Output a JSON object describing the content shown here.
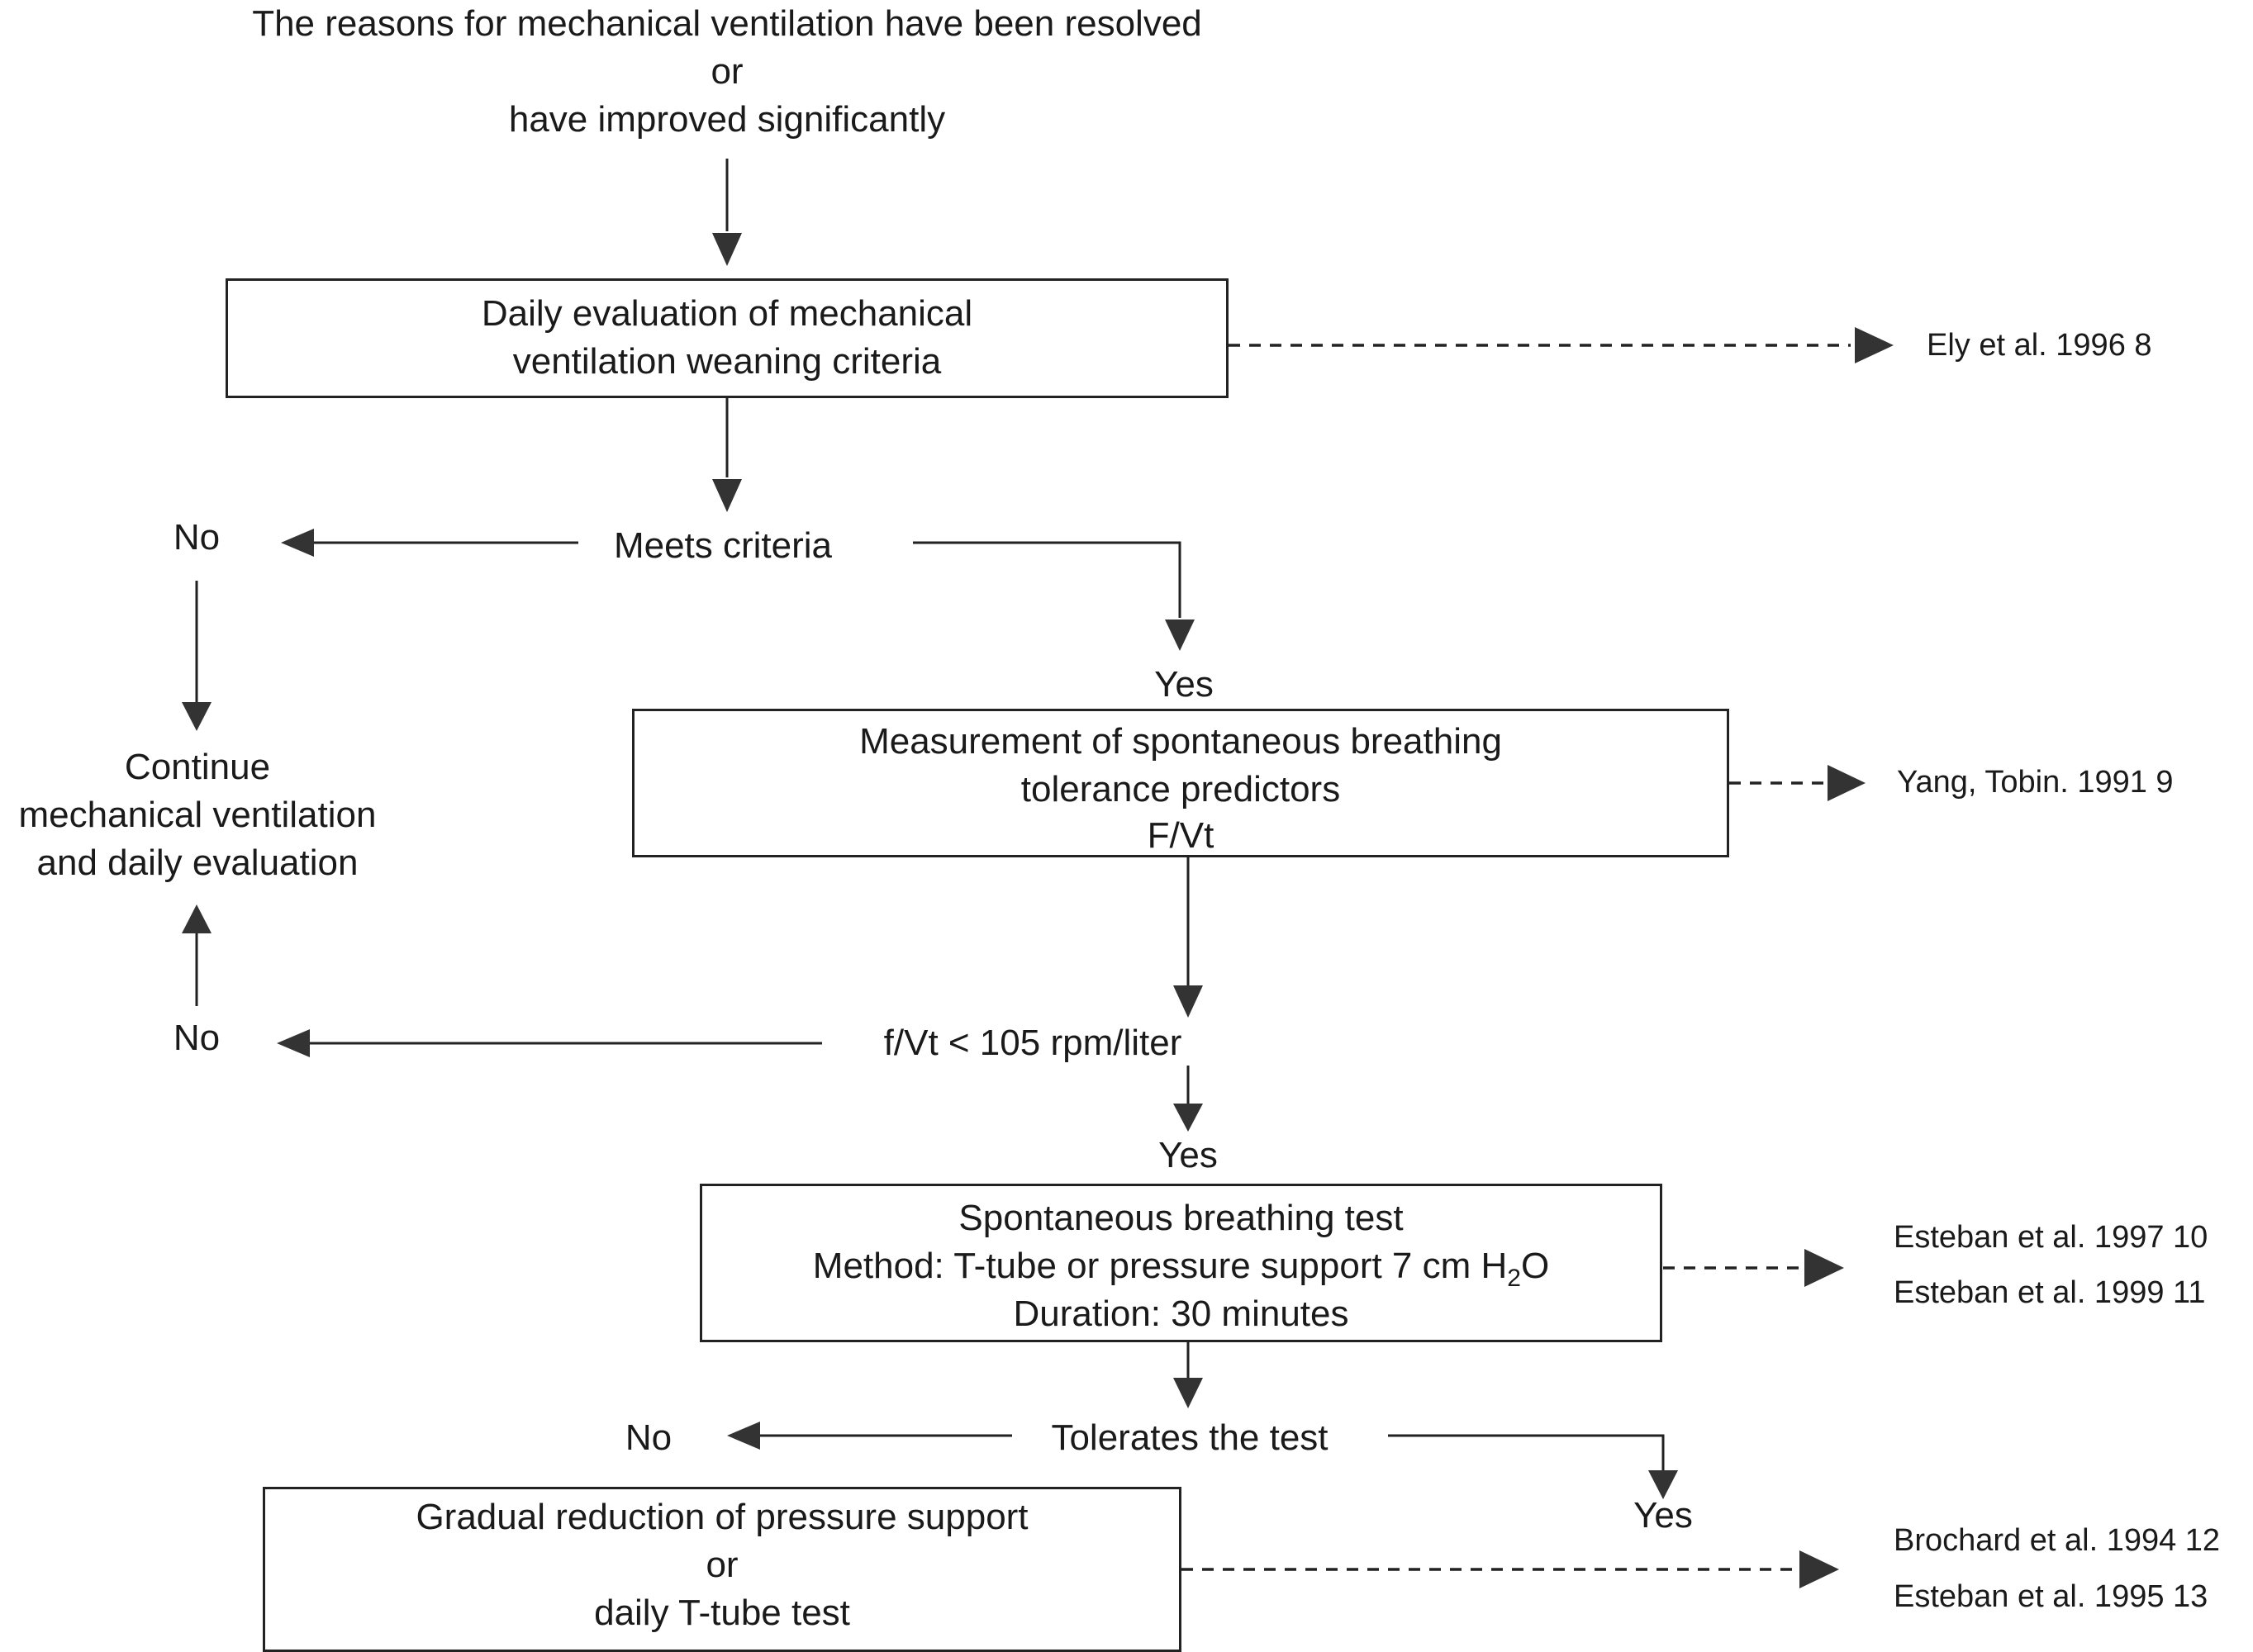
{
  "start": {
    "line1": "The reasons for mechanical ventilation have been resolved",
    "line2": "or",
    "line3": "have improved significantly"
  },
  "box_daily": {
    "line1": "Daily evaluation of mechanical",
    "line2": "ventilation weaning criteria"
  },
  "ref_ely": "Ely et al. 1996 8",
  "decision_criteria": "Meets criteria",
  "no_1": "No",
  "yes_1": "Yes",
  "continue": {
    "line1": "Continue",
    "line2": "mechanical ventilation",
    "line3": "and daily evaluation"
  },
  "box_measurement": {
    "line1": "Measurement of spontaneous breathing",
    "line2": "tolerance predictors",
    "line3": "F/Vt"
  },
  "ref_yang": "Yang, Tobin. 1991 9",
  "no_2": "No",
  "decision_fvt": "f/Vt < 105 rpm/liter",
  "yes_2": "Yes",
  "box_sbt": {
    "line1": "Spontaneous breathing test",
    "line2_pre": "Method: T-tube or pressure support 7 cm H",
    "line2_sub": "2",
    "line2_post": "O",
    "line3": "Duration: 30 minutes"
  },
  "ref_esteban_1997": "Esteban et al. 1997 10",
  "ref_esteban_1999": "Esteban et al. 1999 11",
  "no_3": "No",
  "decision_tolerates": "Tolerates the test",
  "yes_3": "Yes",
  "box_gradual": {
    "line1": "Gradual reduction of pressure support",
    "line2": "or",
    "line3": "daily T-tube test"
  },
  "ref_brochard": "Brochard et al. 1994 12",
  "ref_esteban_1995": "Esteban et al. 1995 13",
  "colors": {
    "line": "#222222",
    "text": "#1a1a1a"
  }
}
